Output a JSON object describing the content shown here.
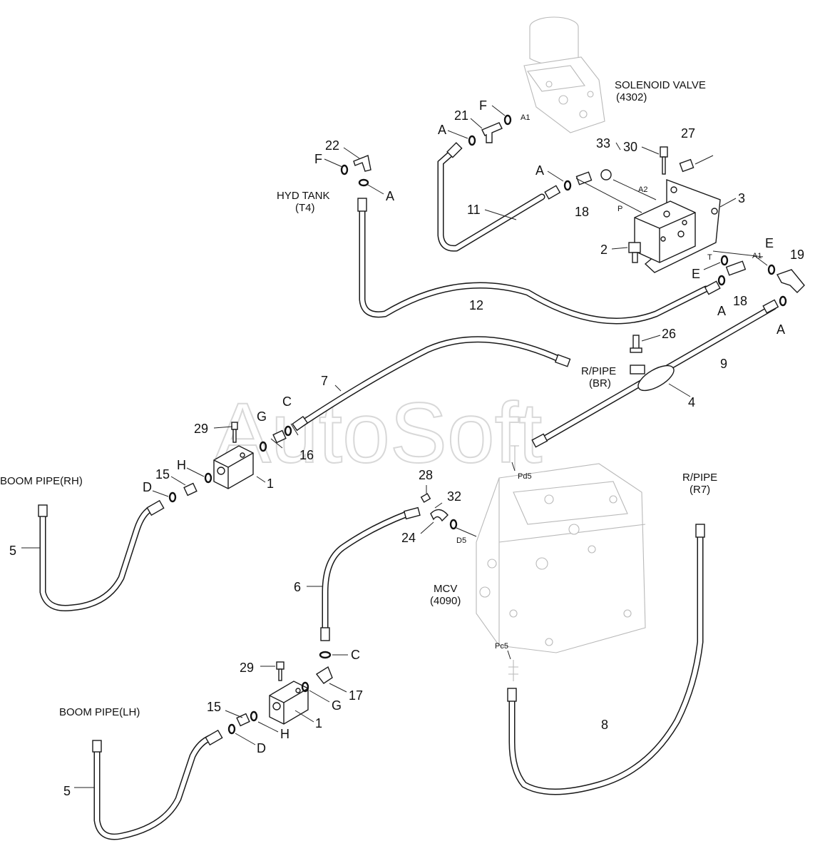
{
  "watermark": "AutoSoft",
  "components": {
    "solenoid_valve": {
      "name": "SOLENOID VALVE",
      "code": "(4302)"
    },
    "hyd_tank": {
      "name": "HYD TANK",
      "code": "(T4)"
    },
    "rpipe_br": {
      "name": "R/PIPE",
      "code": "(BR)"
    },
    "rpipe_r7": {
      "name": "R/PIPE",
      "code": "(R7)"
    },
    "mcv": {
      "name": "MCV",
      "code": "(4090)"
    },
    "boom_pipe_rh": "BOOM PIPE(RH)",
    "boom_pipe_lh": "BOOM PIPE(LH)"
  },
  "part_numbers": [
    "21",
    "22",
    "33",
    "30",
    "27",
    "11",
    "18",
    "3",
    "2",
    "19",
    "12",
    "18",
    "26",
    "9",
    "7",
    "4",
    "29",
    "16",
    "1",
    "15",
    "5",
    "28",
    "32",
    "24",
    "6",
    "29",
    "17",
    "1",
    "15",
    "8",
    "5"
  ],
  "seal_letters": [
    "F",
    "A",
    "F",
    "A",
    "A",
    "E",
    "E",
    "A",
    "A",
    "C",
    "G",
    "H",
    "D",
    "C",
    "G",
    "H",
    "D"
  ],
  "port_labels": [
    "A1",
    "A2",
    "P",
    "T",
    "A1",
    "Pd5",
    "D5",
    "Pc5"
  ]
}
